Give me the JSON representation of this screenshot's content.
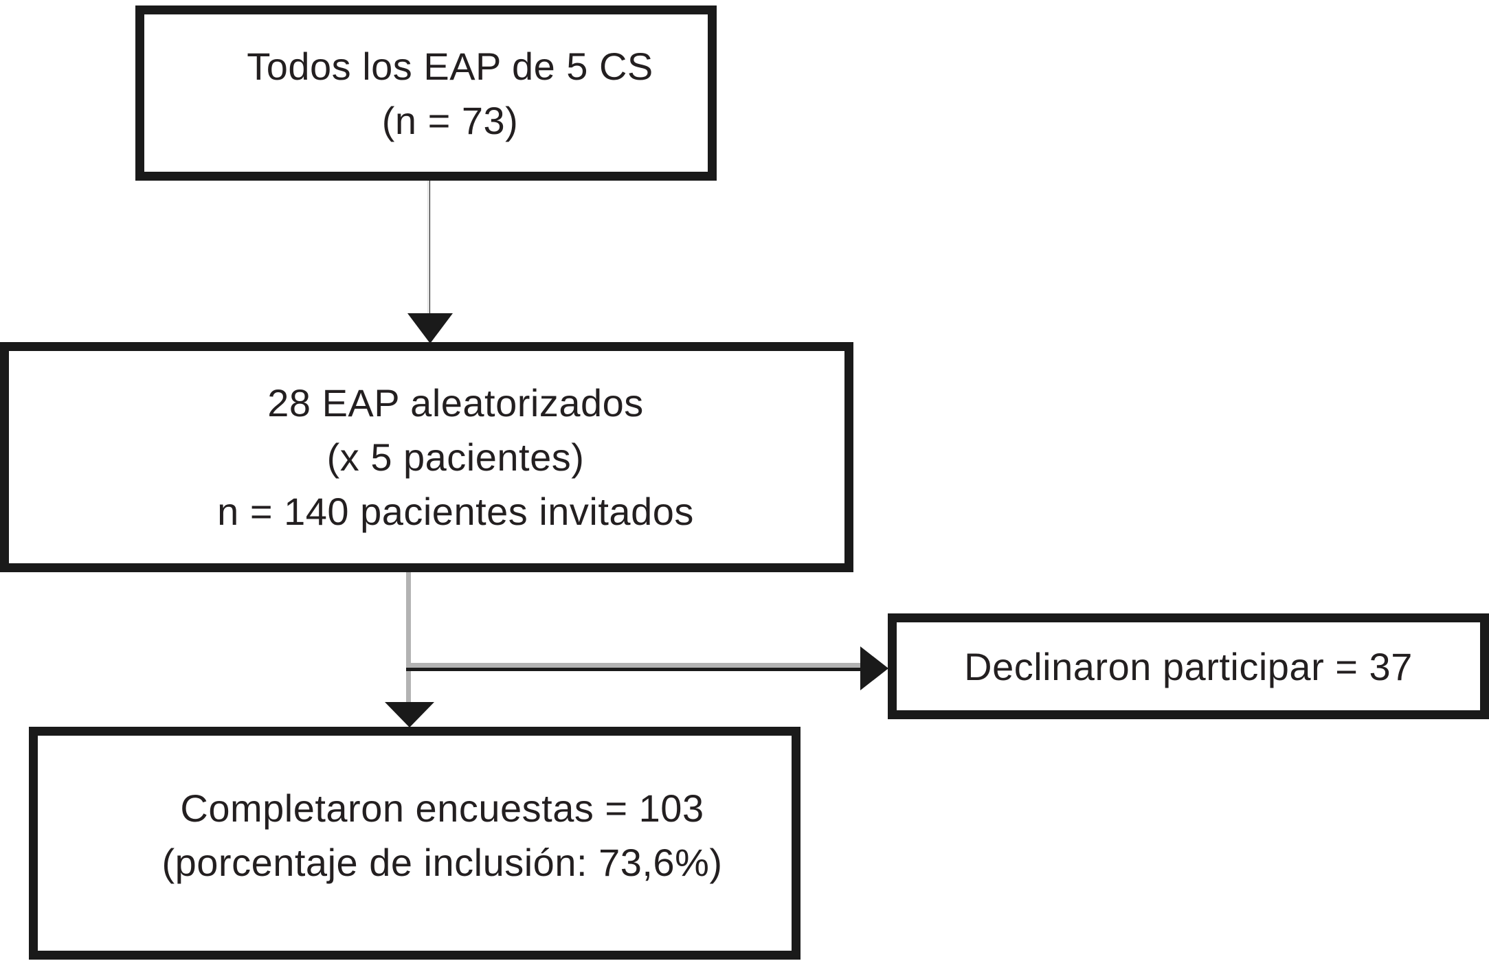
{
  "figure": {
    "type": "flowchart",
    "boxes": [
      {
        "name": "all-eap",
        "lines": [
          "Todos los EAP de 5 CS",
          "(n = 73)"
        ]
      },
      {
        "name": "randomized",
        "lines": [
          "28 EAP aleatorizados",
          "(x 5 pacientes)",
          "n = 140 pacientes invitados"
        ]
      },
      {
        "name": "declined",
        "lines": [
          "Declinaron participar = 37"
        ]
      },
      {
        "name": "completed",
        "lines": [
          "Completaron encuestas = 103",
          "(porcentaje de inclusión: 73,6%)"
        ]
      }
    ],
    "colors": {
      "box_border": "#1a1a1a",
      "box_fill": "#ffffff",
      "text": "#231f20",
      "connector_gray": "#b3b3b3",
      "arrow_black": "#1a1a1a",
      "background": "#ffffff"
    }
  }
}
